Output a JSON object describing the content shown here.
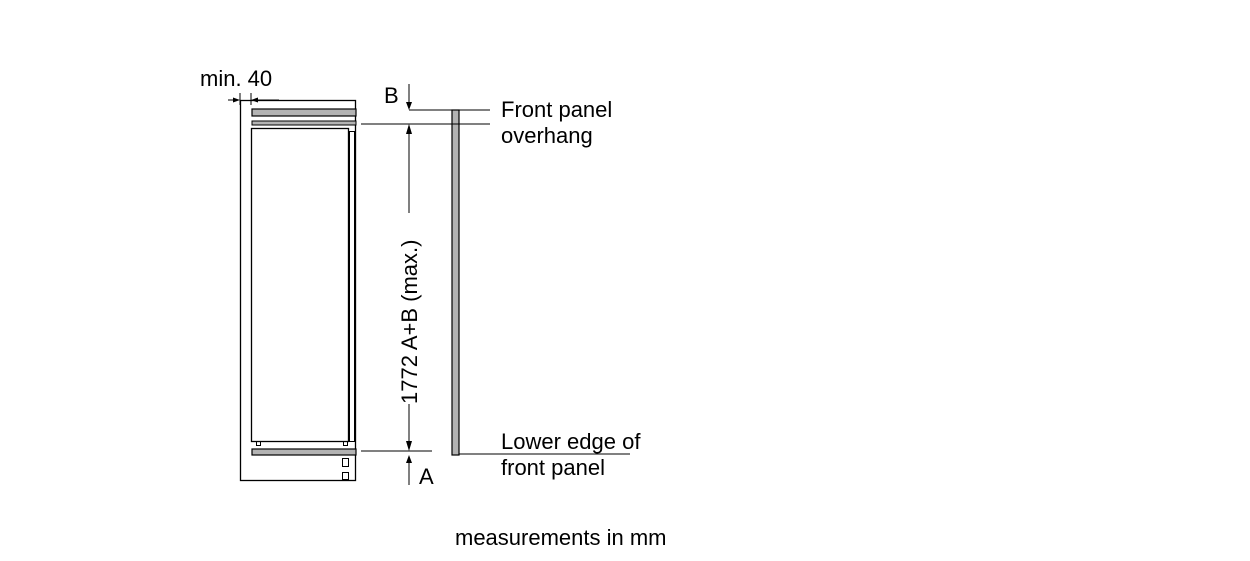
{
  "labels": {
    "min_clearance": "min. 40",
    "b_marker": "B",
    "a_marker": "A",
    "height_dimension": "1772 A+B (max.)",
    "overhang_line1": "Front panel",
    "overhang_line2": "overhang",
    "lower_edge_line1": "Lower edge of",
    "lower_edge_line2": "front panel",
    "units_note": "measurements in mm"
  },
  "colors": {
    "line": "#000000",
    "panel_fill": "#b3b3b3",
    "background": "#ffffff"
  }
}
